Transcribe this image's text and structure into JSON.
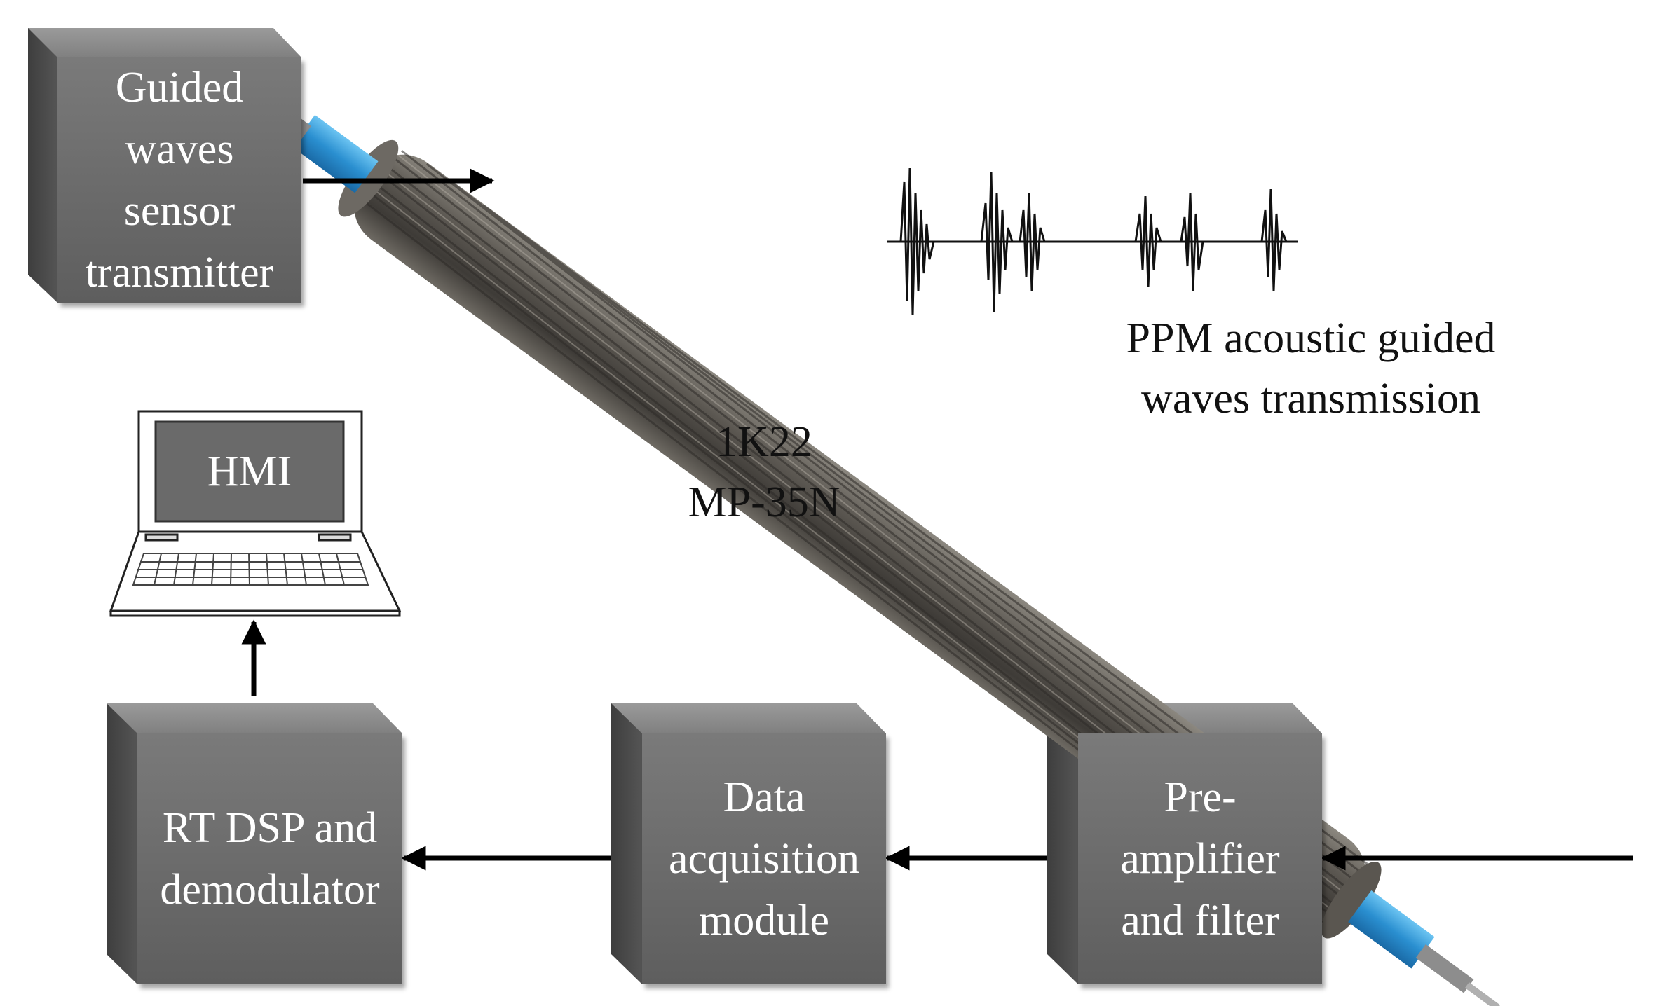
{
  "blocks": {
    "transmitter": "Guided\nwaves\nsensor\ntransmitter",
    "rt_dsp": "RT DSP and\ndemodulator",
    "data_acq": "Data\nacquisition\nmodule",
    "preamp": "Pre-\namplifier\nand filter"
  },
  "hmi_label": "HMI",
  "cable_label": "1K22\nMP-35N",
  "transmission_label": "PPM acoustic guided\nwaves transmission",
  "colors": {
    "block_face": "#6c6c6c",
    "block_top": "#8a8a8a",
    "block_side": "#4a4a4a",
    "cable_jacket": "#2f9ad8",
    "cable_strand": "#5a5650",
    "arrow": "#000000"
  }
}
